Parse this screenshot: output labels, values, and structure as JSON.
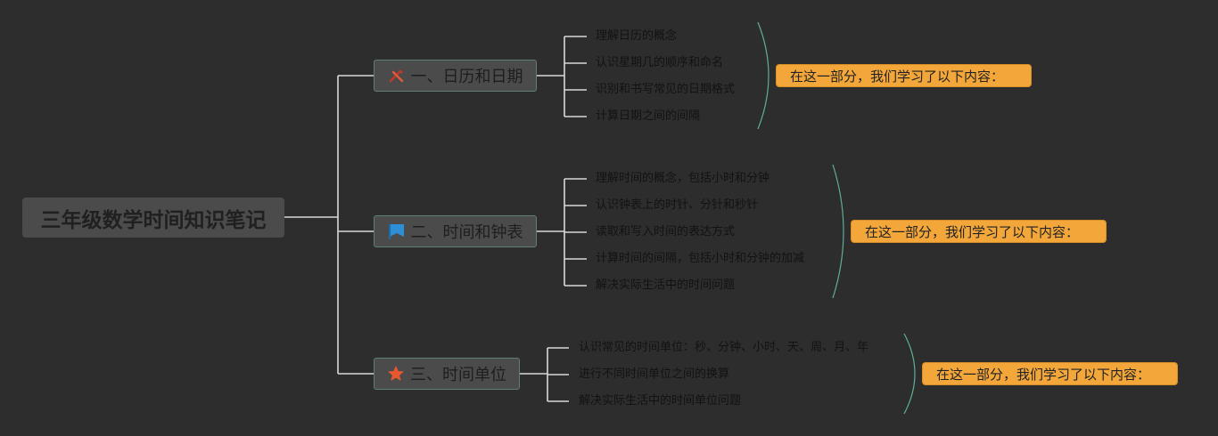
{
  "title": "三年级数学时间知识笔记",
  "colors": {
    "background": "#2d2d2d",
    "node_fill": "#4b4b4b",
    "summary_fill": "#f3a73a",
    "bracket": "#5fae9a",
    "connector": "#d8d8d8"
  },
  "branches": [
    {
      "label": "一、日历和日期",
      "icon": "tools-icon",
      "topics": [
        "理解日历的概念",
        "认识星期几的顺序和命名",
        "识别和书写常见的日期格式",
        "计算日期之间的间隔"
      ],
      "summary": "在这一部分，我们学习了以下内容："
    },
    {
      "label": "二、时间和钟表",
      "icon": "flag-icon",
      "topics": [
        "理解时间的概念，包括小时和分钟",
        "认识钟表上的时针、分针和秒针",
        "读取和写入时间的表达方式",
        "计算时间的间隔，包括小时和分钟的加减",
        "解决实际生活中的时间问题"
      ],
      "summary": "在这一部分，我们学习了以下内容："
    },
    {
      "label": "三、时间单位",
      "icon": "star-icon",
      "topics": [
        "认识常见的时间单位：秒、分钟、小时、天、周、月、年",
        "进行不同时间单位之间的换算",
        "解决实际生活中的时间单位问题"
      ],
      "summary": "在这一部分，我们学习了以下内容："
    }
  ]
}
